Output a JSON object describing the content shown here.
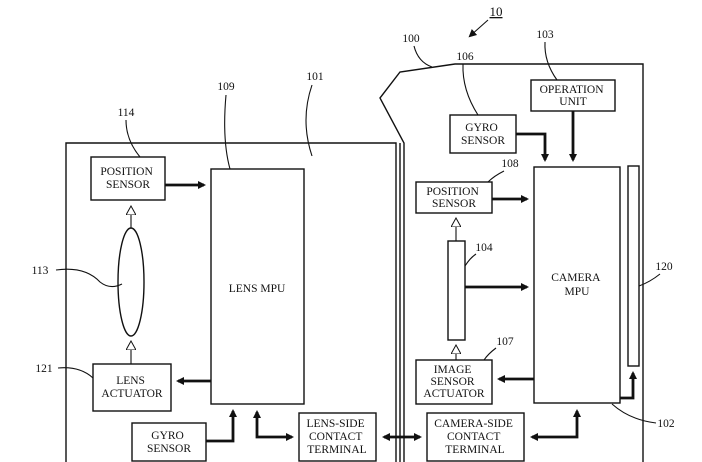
{
  "figure_ref": "10",
  "refs": {
    "r100": "100",
    "r101": "101",
    "r102": "102",
    "r103": "103",
    "r104": "104",
    "r106": "106",
    "r107": "107",
    "r108": "108",
    "r109": "109",
    "r113": "113",
    "r114": "114",
    "r120": "120",
    "r121": "121"
  },
  "blocks": {
    "lens_position_sensor": [
      "POSITION",
      "SENSOR"
    ],
    "lens_mpu": [
      "LENS MPU"
    ],
    "lens_actuator": [
      "LENS",
      "ACTUATOR"
    ],
    "lens_gyro_sensor": [
      "GYRO",
      "SENSOR"
    ],
    "lens_side_terminal": [
      "LENS-SIDE",
      "CONTACT",
      "TERMINAL"
    ],
    "camera_side_terminal": [
      "CAMERA-SIDE",
      "CONTACT",
      "TERMINAL"
    ],
    "camera_gyro_sensor": [
      "GYRO",
      "SENSOR"
    ],
    "operation_unit": [
      "OPERATION",
      "UNIT"
    ],
    "camera_position_sensor": [
      "POSITION",
      "SENSOR"
    ],
    "camera_mpu": [
      "CAMERA",
      "MPU"
    ],
    "image_sensor_actuator": [
      "IMAGE",
      "SENSOR",
      "ACTUATOR"
    ]
  }
}
